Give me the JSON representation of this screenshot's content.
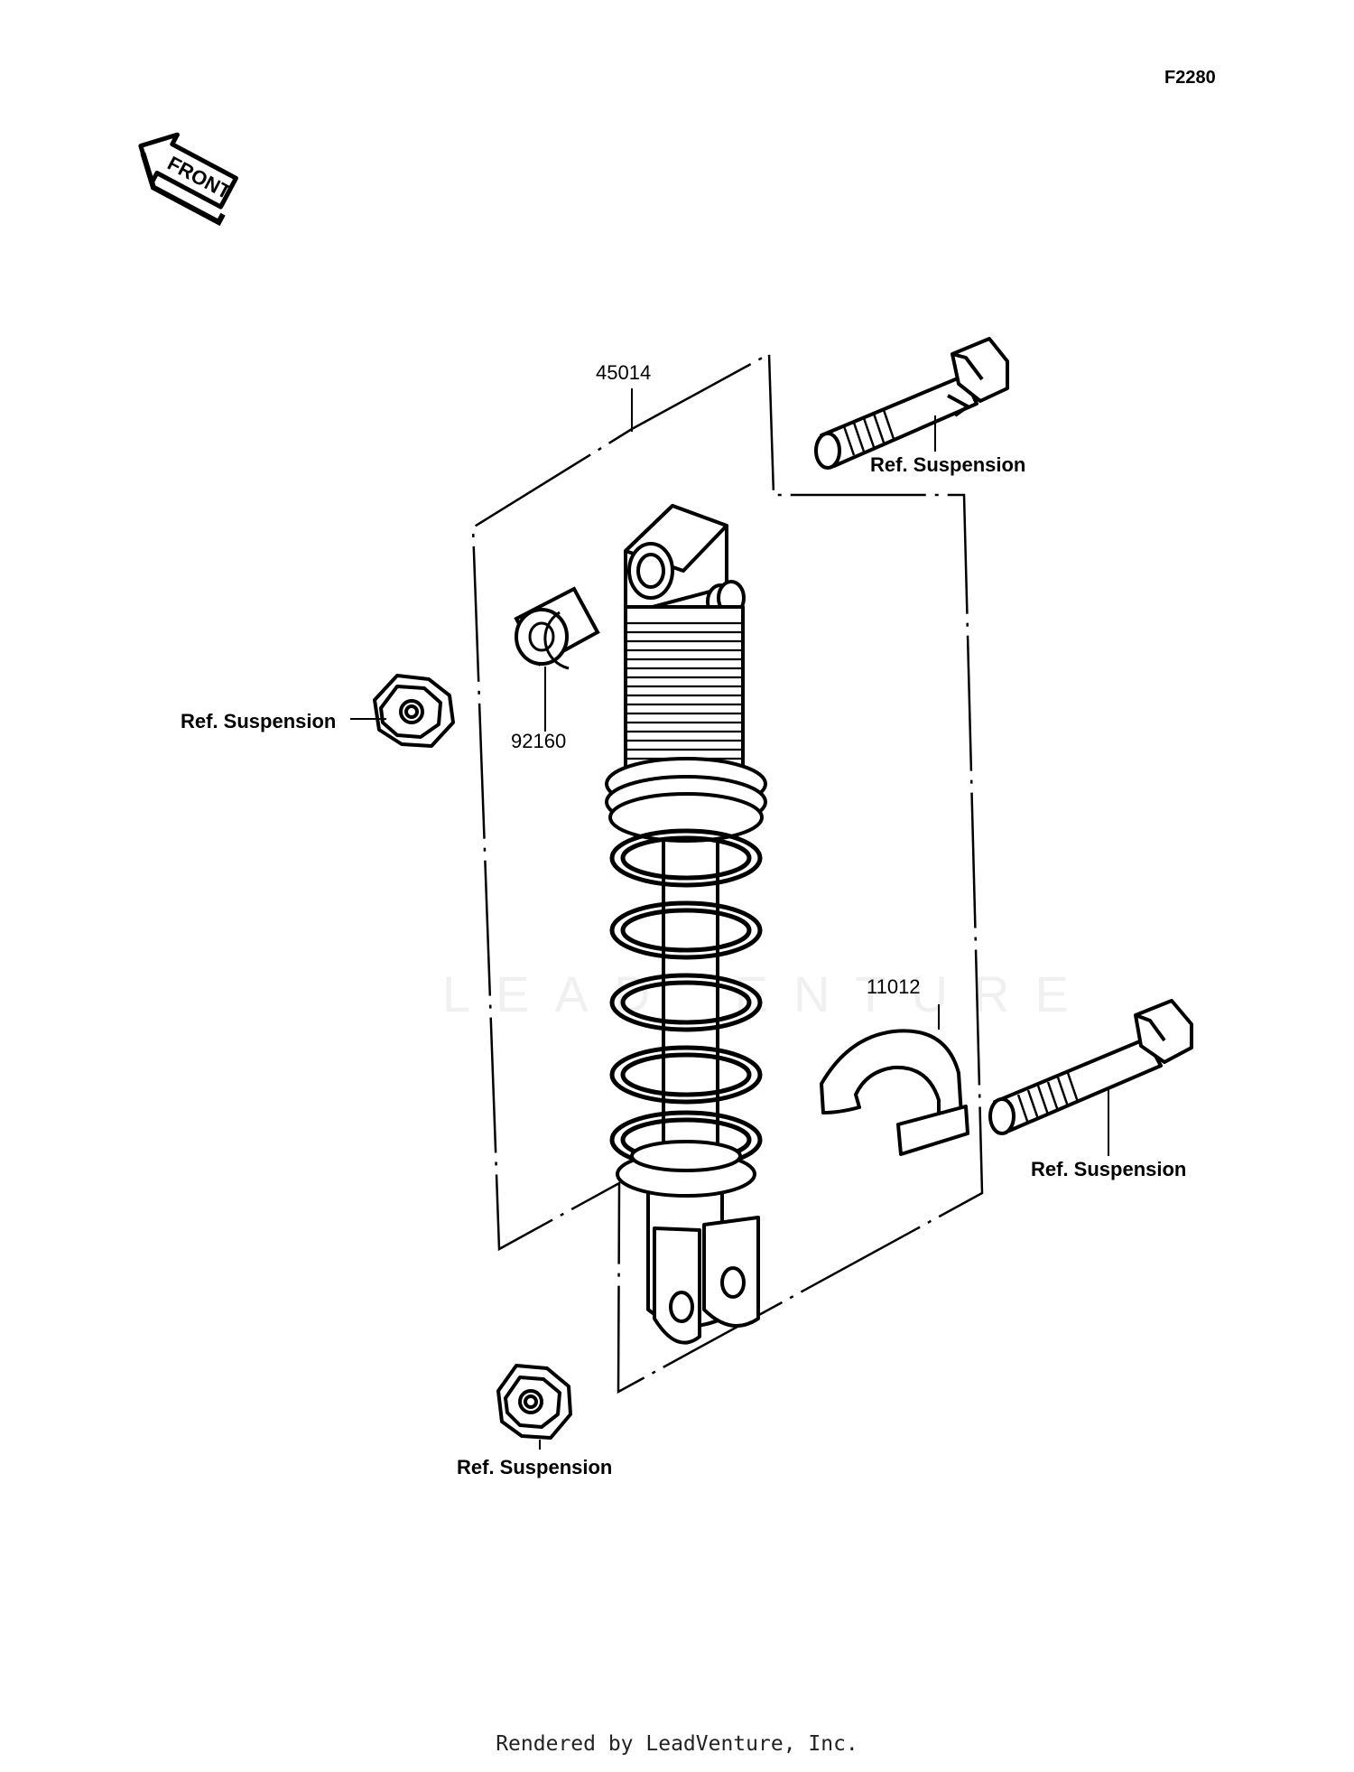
{
  "drawing_code": "F2280",
  "front_arrow_label": "FRONT",
  "watermark": "LEADVENTURE",
  "parts": {
    "shock_absorber": "45014",
    "collar": "92160",
    "clip": "11012"
  },
  "references": {
    "upper_bolt": "Ref. Suspension",
    "upper_nut": "Ref. Suspension",
    "lower_bolt": "Ref. Suspension",
    "lower_nut": "Ref. Suspension"
  },
  "footer": "Rendered by LeadVenture, Inc."
}
